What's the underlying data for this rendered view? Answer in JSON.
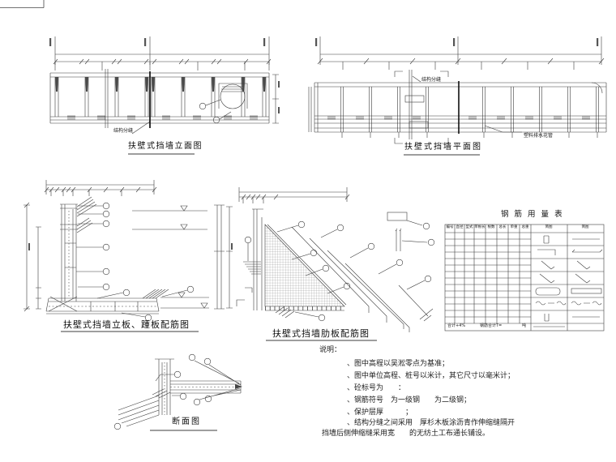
{
  "sheet": {
    "background": "#ffffff",
    "line_color": "#3c3c3c"
  },
  "figures": {
    "elevation": {
      "title": "扶壁式挡墙立面图",
      "joint_label": "结构分缝"
    },
    "plan": {
      "title": "扶壁式挡墙平面图",
      "joint_label": "结构分缝",
      "drain_label": "塑料排水花管"
    },
    "stem_heel": {
      "title": "扶壁式挡墙立板、踵板配筋图"
    },
    "rib": {
      "title": "扶壁式挡墙肋板配筋图"
    },
    "section": {
      "title": "断面图"
    }
  },
  "rebar_table": {
    "title": "钢 筋 用 量 表",
    "headers": [
      "编号",
      "直径",
      "型式",
      "单根长",
      "根数",
      "总长",
      "单重",
      "总重",
      "简图",
      "简图"
    ],
    "footer": {
      "concrete": "合计+4%",
      "total": "钢筋合计T=",
      "unit": "吨"
    }
  },
  "notes": {
    "heading": "说明：",
    "lines": [
      "、图中高程以吴淞零点为基准；",
      "、图中单位高程、桩号以米计，其它尺寸以毫米计；",
      "、砼标号为　　：",
      "、钢筋符号　为一级钢　　为二级钢；",
      "、保护层厚　　　；",
      "、结构分缝之间采用　厚杉木板涂沥青作伸缩缝隔开",
      "挡墙后侧伸缩缝采用宽　　的无纺土工布通长铺设。"
    ]
  }
}
